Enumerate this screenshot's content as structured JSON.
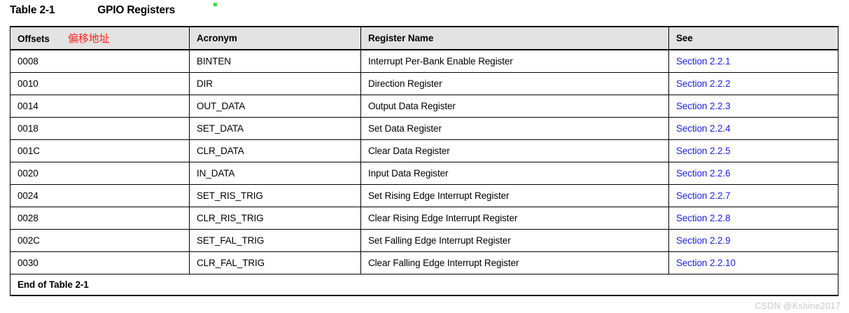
{
  "caption": {
    "label": "Table 2-1",
    "title": "GPIO Registers",
    "marker_icon": "green-dot-icon"
  },
  "table": {
    "columns": [
      {
        "key": "offset",
        "header": "Offsets",
        "annotation": "偏移地址"
      },
      {
        "key": "acronym",
        "header": "Acronym",
        "annotation": ""
      },
      {
        "key": "regname",
        "header": "Register Name",
        "annotation": ""
      },
      {
        "key": "see",
        "header": "See",
        "annotation": ""
      }
    ],
    "rows": [
      {
        "offset": "0008",
        "acronym": "BINTEN",
        "regname": "Interrupt Per-Bank Enable Register",
        "see": "Section 2.2.1"
      },
      {
        "offset": "0010",
        "acronym": "DIR",
        "regname": "Direction Register",
        "see": "Section 2.2.2"
      },
      {
        "offset": "0014",
        "acronym": "OUT_DATA",
        "regname": "Output Data Register",
        "see": "Section 2.2.3"
      },
      {
        "offset": "0018",
        "acronym": "SET_DATA",
        "regname": "Set Data Register",
        "see": "Section 2.2.4"
      },
      {
        "offset": "001C",
        "acronym": "CLR_DATA",
        "regname": "Clear Data Register",
        "see": "Section 2.2.5"
      },
      {
        "offset": "0020",
        "acronym": "IN_DATA",
        "regname": "Input Data Register",
        "see": "Section 2.2.6"
      },
      {
        "offset": "0024",
        "acronym": "SET_RIS_TRIG",
        "regname": " Set Rising Edge Interrupt Register",
        "see": "Section 2.2.7"
      },
      {
        "offset": "0028",
        "acronym": "CLR_RIS_TRIG",
        "regname": "Clear Rising Edge Interrupt Register",
        "see": "Section 2.2.8"
      },
      {
        "offset": "002C",
        "acronym": "SET_FAL_TRIG",
        "regname": "Set Falling Edge Interrupt Register",
        "see": "Section 2.2.9"
      },
      {
        "offset": "0030",
        "acronym": "CLR_FAL_TRIG",
        "regname": "Clear Falling Edge Interrupt Register",
        "see": "Section 2.2.10"
      }
    ],
    "footer": "End of Table 2-1"
  },
  "watermark": "CSDN @Kshine2017",
  "colors": {
    "header_background": "#e3e3e3",
    "link": "#1d1de0",
    "annotation": "#ff2020",
    "border": "#000000",
    "marker": "#3bdd3b",
    "watermark": "#c9c9c9"
  }
}
